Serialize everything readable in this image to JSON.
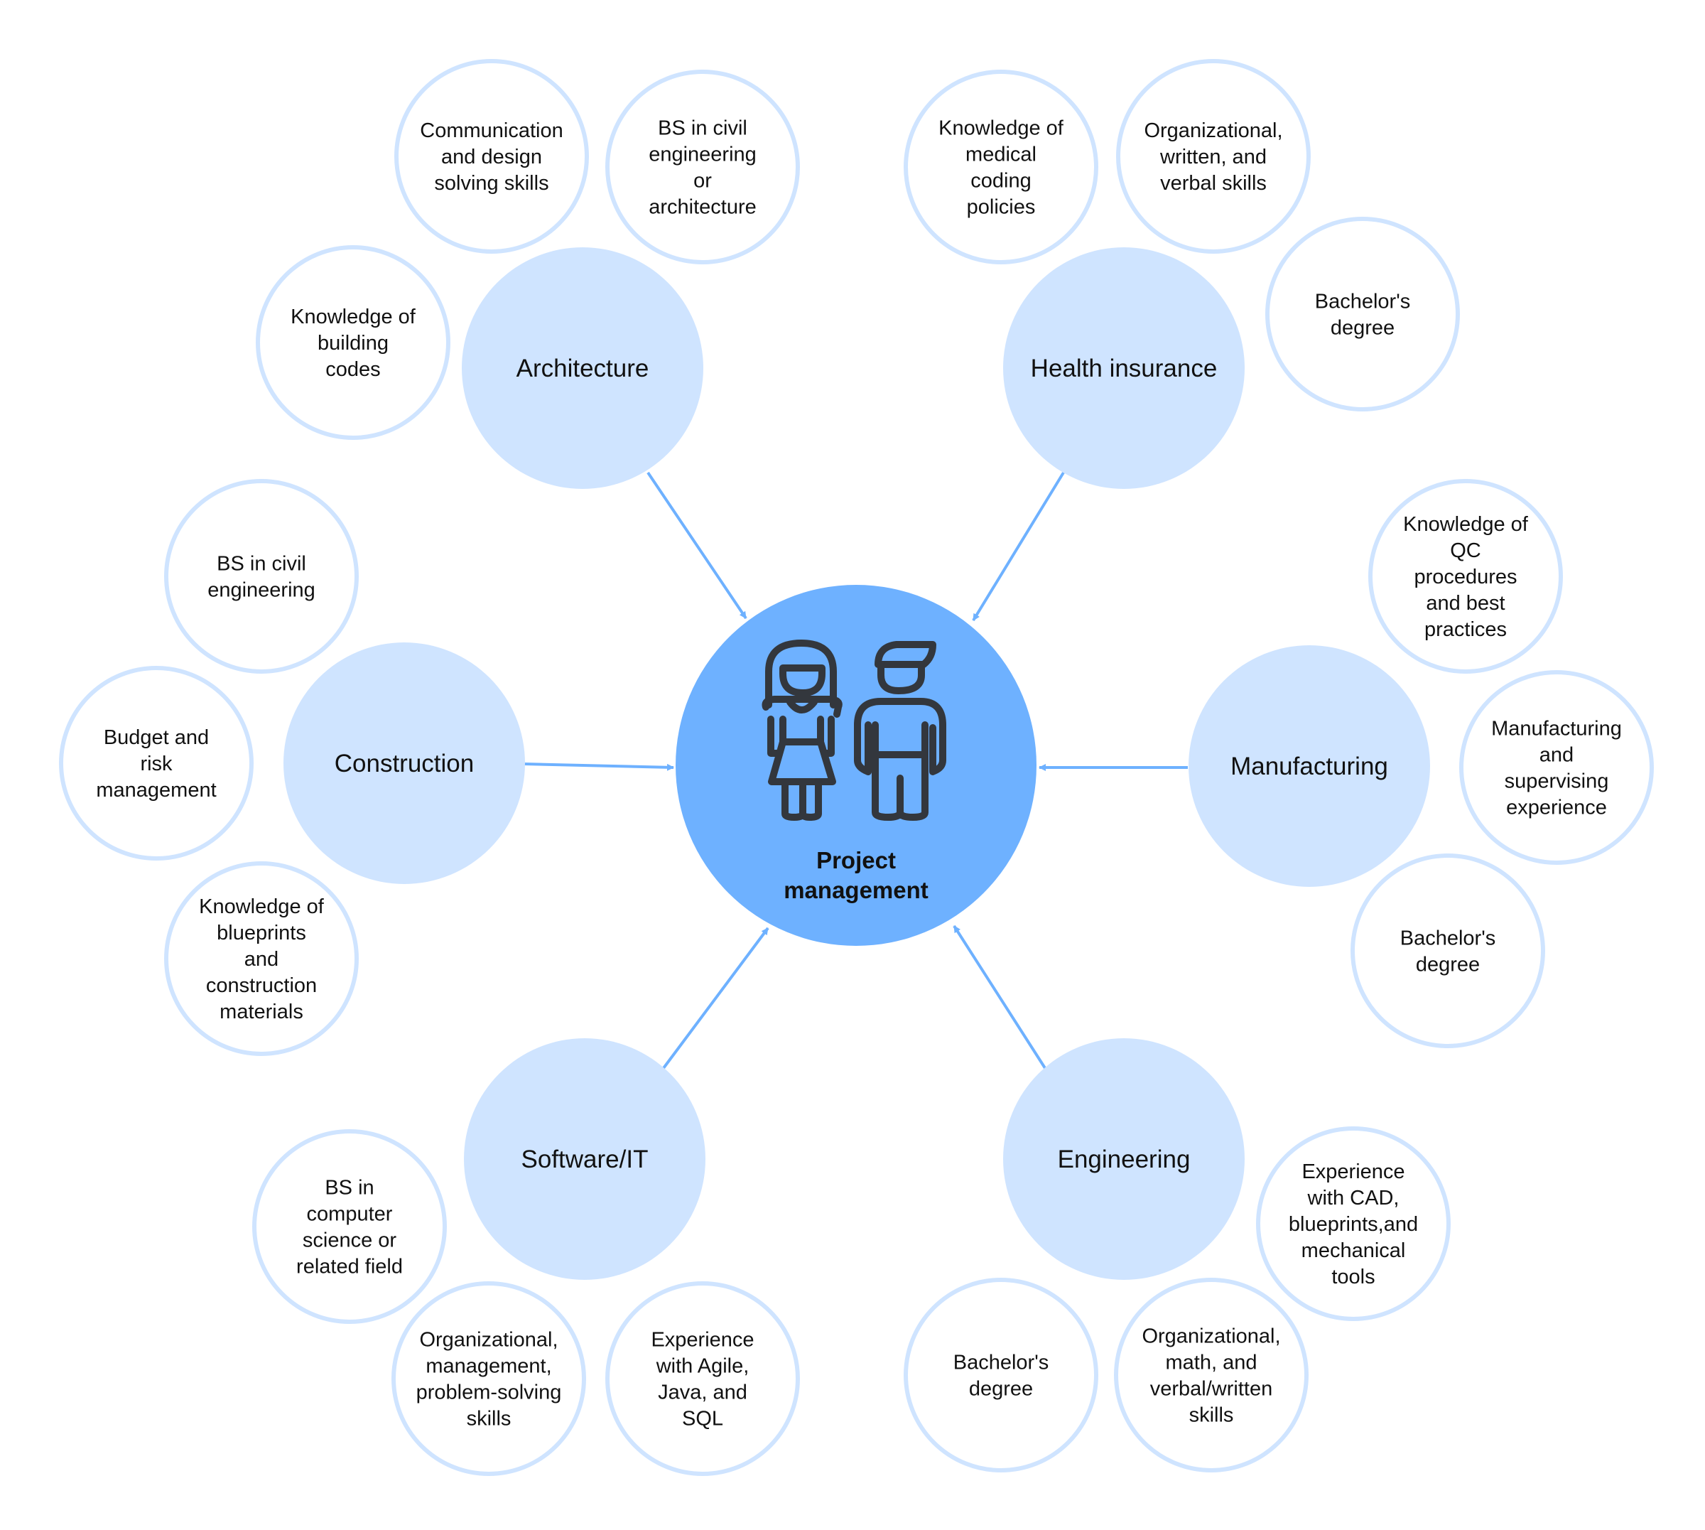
{
  "hub": {
    "title_lines": [
      "Project",
      "management"
    ],
    "icon": "people-icon"
  },
  "colors": {
    "hub": "#6eb1ff",
    "category": "#cfe4ff",
    "skill_border": "#cfe4ff",
    "arrow": "#6eb1ff",
    "icon": "#33373d"
  },
  "categories": [
    {
      "label": "Architecture",
      "skills": [
        {
          "lines": [
            "Knowledge of",
            "building",
            "codes"
          ]
        },
        {
          "lines": [
            "Communication",
            "and design",
            "solving skills"
          ]
        },
        {
          "lines": [
            "BS in civil",
            "engineering",
            "or",
            "architecture"
          ]
        }
      ]
    },
    {
      "label": "Health insurance",
      "skills": [
        {
          "lines": [
            "Knowledge of",
            "medical",
            "coding",
            "policies"
          ]
        },
        {
          "lines": [
            "Organizational,",
            "written, and",
            "verbal skills"
          ]
        },
        {
          "lines": [
            "Bachelor's",
            "degree"
          ]
        }
      ]
    },
    {
      "label": "Construction",
      "skills": [
        {
          "lines": [
            "BS in civil",
            "engineering"
          ]
        },
        {
          "lines": [
            "Budget and",
            "risk",
            "management"
          ]
        },
        {
          "lines": [
            "Knowledge of",
            "blueprints",
            "and",
            "construction",
            "materials"
          ]
        }
      ]
    },
    {
      "label": "Manufacturing",
      "skills": [
        {
          "lines": [
            "Knowledge of",
            "QC",
            "procedures",
            "and best",
            "practices"
          ]
        },
        {
          "lines": [
            "Manufacturing",
            "and",
            "supervising",
            "experience"
          ]
        },
        {
          "lines": [
            "Bachelor's",
            "degree"
          ]
        }
      ]
    },
    {
      "label": "Software/IT",
      "skills": [
        {
          "lines": [
            "BS in",
            "computer",
            "science or",
            "related field"
          ]
        },
        {
          "lines": [
            "Organizational,",
            "management,",
            "problem-solving",
            "skills"
          ]
        },
        {
          "lines": [
            "Experience",
            "with Agile,",
            "Java, and",
            "SQL"
          ]
        }
      ]
    },
    {
      "label": "Engineering",
      "skills": [
        {
          "lines": [
            "Experience",
            "with CAD,",
            "blueprints,and",
            "mechanical",
            "tools"
          ]
        },
        {
          "lines": [
            "Bachelor's",
            "degree"
          ]
        },
        {
          "lines": [
            "Organizational,",
            "math, and",
            "verbal/written",
            "skills"
          ]
        }
      ]
    }
  ]
}
